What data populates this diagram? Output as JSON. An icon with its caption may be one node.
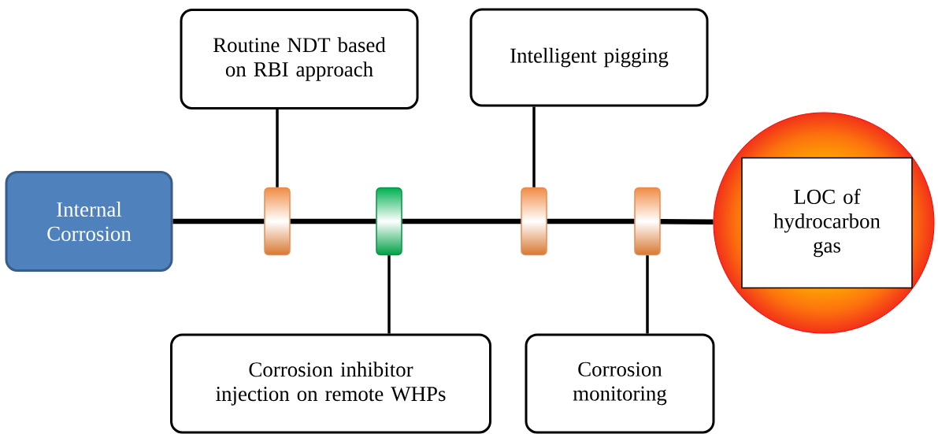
{
  "diagram": {
    "nodes": [
      {
        "text": [
          "Routine NDT based on RBI approach"
        ]
      },
      {
        "text": [
          "Intelligent pigging"
        ]
      },
      {
        "text": [
          "Internal Corrosion"
        ]
      },
      {
        "text": [],
        "shape": "bar"
      },
      {
        "text": [],
        "shape": "bar"
      },
      {
        "text": [],
        "shape": "bar"
      },
      {
        "text": [],
        "shape": "bar"
      },
      {
        "text": [],
        "shape": "circle"
      },
      {
        "text": [
          "LOC of hydrocarbon gas"
        ],
        "in": 7
      },
      {
        "text": [
          "Corrosion inhibitor injection on remote WHPs"
        ]
      },
      {
        "text": [
          "Corrosion monitoring"
        ]
      }
    ],
    "edges": [
      {
        "from": 2,
        "to": 3,
        "arrow": "none"
      },
      {
        "from": 3,
        "to": 4,
        "arrow": "none"
      },
      {
        "from": 4,
        "to": 5,
        "arrow": "none"
      },
      {
        "from": 5,
        "to": 6,
        "arrow": "none"
      },
      {
        "from": 6,
        "to": 7,
        "arrow": "none"
      },
      {
        "from": 0,
        "to": 3,
        "arrow": "none"
      },
      {
        "from": 9,
        "to": 4,
        "arrow": "none"
      },
      {
        "from": 1,
        "to": 5,
        "arrow": "none"
      },
      {
        "from": 10,
        "to": 6,
        "arrow": "none"
      }
    ]
  }
}
